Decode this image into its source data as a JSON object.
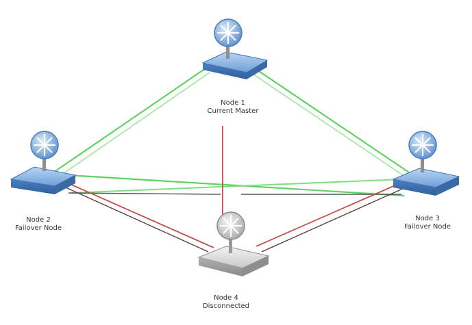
{
  "nodes": {
    "node1": {
      "title": "Node 1",
      "status": "Current Master",
      "state": "active"
    },
    "node2": {
      "title": "Node 2",
      "status": "Failover Node",
      "state": "active"
    },
    "node3": {
      "title": "Node 3",
      "status": "Failover Node",
      "state": "active"
    },
    "node4": {
      "title": "Node 4",
      "status": "Disconnected",
      "state": "disconnected"
    }
  },
  "links": [
    {
      "from": "node1",
      "to": "node2",
      "status": "connected"
    },
    {
      "from": "node1",
      "to": "node3",
      "status": "connected"
    },
    {
      "from": "node2",
      "to": "node3",
      "status": "connected"
    },
    {
      "from": "node1",
      "to": "node4",
      "status": "disconnected"
    },
    {
      "from": "node2",
      "to": "node4",
      "status": "disconnected"
    },
    {
      "from": "node3",
      "to": "node4",
      "status": "disconnected"
    }
  ],
  "colors": {
    "connected": "#5fd35f",
    "disconnected": "#c0504d",
    "dark_link": "#555555",
    "router_active": "#4f86c6",
    "router_active_top": "#8fb9e8",
    "router_disconnected": "#bdbdbd",
    "router_disconnected_top": "#e4e4e4"
  }
}
